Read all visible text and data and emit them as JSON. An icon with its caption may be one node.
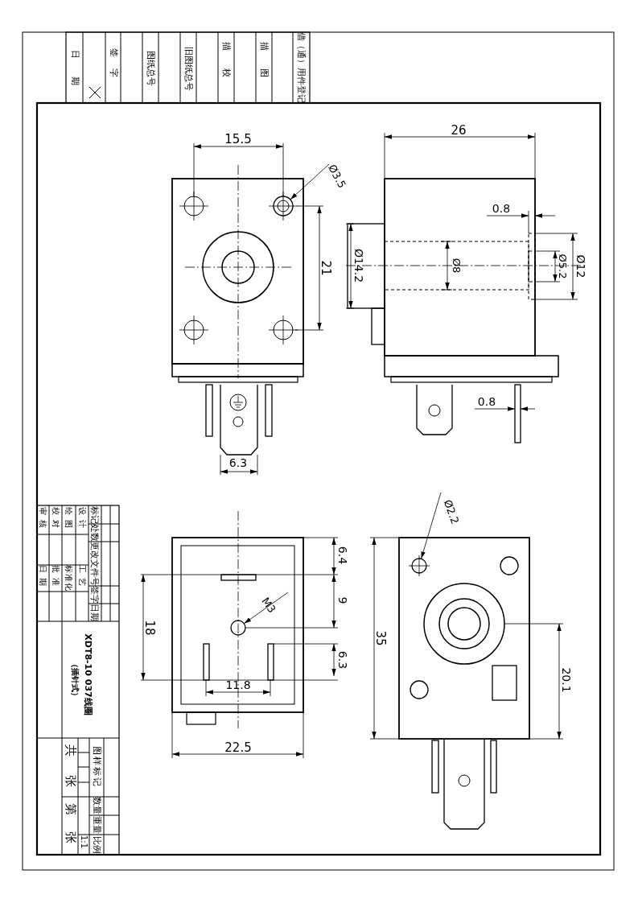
{
  "diagram": {
    "nodes": [
      {
        "text": [
          "Ø3.5"
        ]
      },
      {
        "text": [],
        "shape": "circle"
      },
      {
        "text": [
          "Ø2.2"
        ]
      },
      {
        "text": [],
        "shape": "circle"
      },
      {
        "text": [
          "M3"
        ]
      },
      {
        "text": [],
        "shape": "circle"
      }
    ],
    "edges": [
      {
        "from": 0,
        "to": 1,
        "arrow": "to"
      },
      {
        "from": 2,
        "to": 3,
        "arrow": "to"
      },
      {
        "from": 4,
        "to": 5,
        "arrow": "to"
      }
    ],
    "labels": [
      "日期",
      "签字",
      "图纸总号",
      "旧图纸总号",
      "描校",
      "描图",
      "借（通）用件登记",
      "15.5",
      "21",
      "6.3",
      "26",
      "0.8",
      "Ø14.2",
      "Ø8",
      "Ø5.2",
      "Ø12",
      "0.8",
      "6.4",
      "9",
      "18",
      "6.3",
      "11.8",
      "22.5",
      "35",
      "20.1",
      "标记",
      "处数",
      "更改文件号",
      "签字",
      "日期",
      "设计",
      "绘图",
      "校对",
      "审核",
      "工艺",
      "标准化",
      "批准",
      "日期",
      "XDT8-10 037线圈",
      "（插针式）",
      "图样标记",
      "数量",
      "重量",
      "比例",
      "1:1",
      "共",
      "张",
      "第",
      "张"
    ]
  }
}
